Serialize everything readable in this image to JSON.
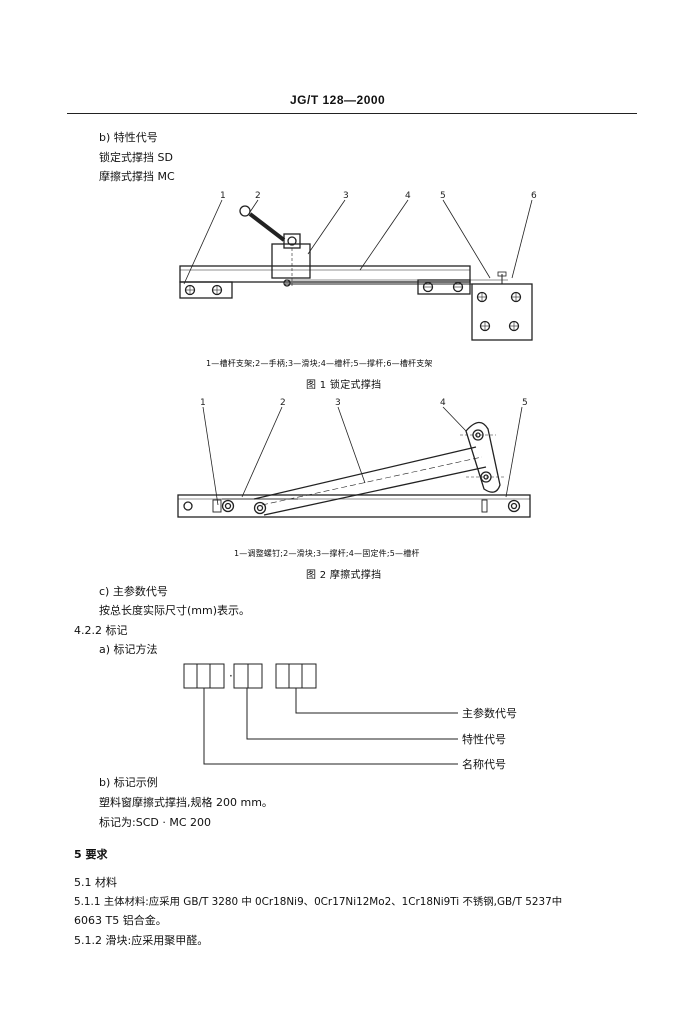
{
  "header": {
    "standard_no": "JG/T 128—2000"
  },
  "section_b": {
    "title": "b) 特性代号",
    "line1": "锁定式撑挡 SD",
    "line2": "摩擦式撑挡 MC"
  },
  "figure1": {
    "callouts": [
      "1",
      "2",
      "3",
      "4",
      "5",
      "6"
    ],
    "legend": "1—槽杆支架;2—手柄;3—滑块;4—槽杆;5—撑杆;6—槽杆支架",
    "caption": "图 1   锁定式撑挡"
  },
  "figure2": {
    "callouts": [
      "1",
      "2",
      "3",
      "4",
      "5"
    ],
    "legend": "1—调整螺钉;2—滑块;3—撑杆;4—固定件;5—槽杆",
    "caption": "图 2   摩擦式撑挡"
  },
  "section_c": {
    "title": "c) 主参数代号",
    "text": "按总长度实际尺寸(mm)表示。"
  },
  "section_422": {
    "heading": "4.2.2  标记",
    "sub_a": "a) 标记方法",
    "diagram_dot": "·",
    "label_main_param": "主参数代号",
    "label_feature": "特性代号",
    "label_name": "名称代号",
    "sub_b": "b) 标记示例",
    "example_line1": "塑料窗摩擦式撑挡,规格 200 mm。",
    "example_line2": "标记为:SCD · MC 200"
  },
  "section_5": {
    "heading": "5   要求",
    "s51": "5.1   材料",
    "s511_line1": "5.1.1   主体材料:应采用 GB/T 3280 中 0Cr18Ni9、0Cr17Ni12Mo2、1Cr18Ni9Ti 不锈钢,GB/T 5237中",
    "s511_line2": "6063 T5 铝合金。",
    "s512": "5.1.2   滑块:应采用聚甲醛。"
  }
}
